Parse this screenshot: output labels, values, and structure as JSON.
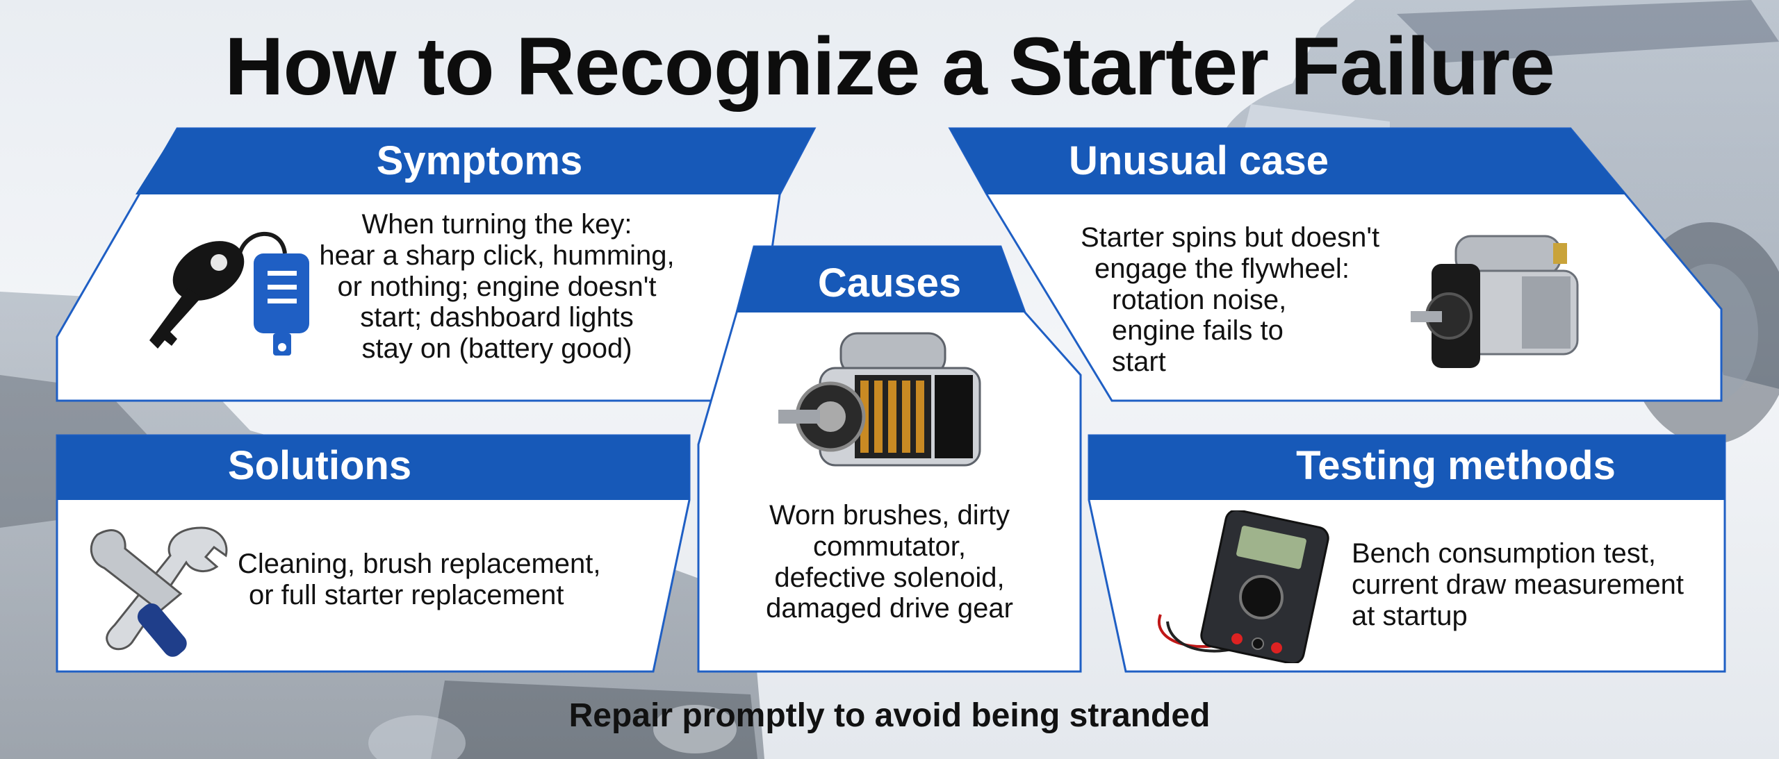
{
  "title": "How to Recognize a Starter Failure",
  "footer": "Repair promptly to avoid being stranded",
  "colors": {
    "header_blue": "#1759b8",
    "border_blue": "#1f5fc4",
    "text": "#111111",
    "background": "#eef1f5"
  },
  "panels": {
    "symptoms": {
      "header": "Symptoms",
      "lines": [
        "When turning the key:",
        "hear a sharp click, humming,",
        "or nothing; engine doesn't",
        "start; dashboard lights",
        "stay on (battery good)"
      ],
      "icon": "car-key-fob-icon"
    },
    "unusual": {
      "header": "Unusual case",
      "lines": [
        "Starter spins but doesn't",
        "engage the flywheel:",
        "rotation noise,",
        "engine fails to",
        "start"
      ],
      "icon": "starter-motor-icon"
    },
    "causes": {
      "header": "Causes",
      "lines": [
        "Worn brushes, dirty",
        "commutator,",
        "defective solenoid,",
        "damaged drive gear"
      ],
      "icon": "starter-cutaway-icon"
    },
    "solutions": {
      "header": "Solutions",
      "lines": [
        "Cleaning, brush replacement,",
        "or full starter replacement"
      ],
      "icon": "wrench-tools-icon"
    },
    "testing": {
      "header": "Testing methods",
      "lines": [
        "Bench consumption test,",
        "current draw measurement",
        "at startup"
      ],
      "icon": "multimeter-icon"
    }
  }
}
